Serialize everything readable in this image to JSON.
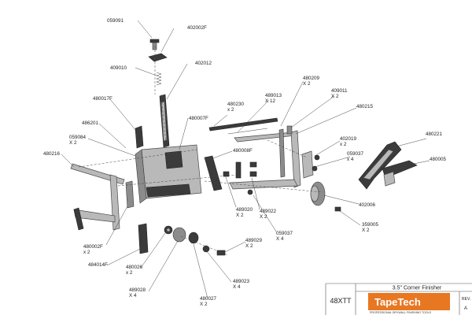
{
  "parts": [
    {
      "id": "p1",
      "lines": [
        "059091"
      ]
    },
    {
      "id": "p2",
      "lines": [
        "402002F"
      ]
    },
    {
      "id": "p3",
      "lines": [
        "409010"
      ]
    },
    {
      "id": "p4",
      "lines": [
        "402012"
      ]
    },
    {
      "id": "p5",
      "lines": [
        "480017F"
      ]
    },
    {
      "id": "p6",
      "lines": [
        "480230",
        "x 2"
      ]
    },
    {
      "id": "p7",
      "lines": [
        "489013",
        "X 12"
      ]
    },
    {
      "id": "p8",
      "lines": [
        "480209",
        "X 2"
      ]
    },
    {
      "id": "p9",
      "lines": [
        "409011",
        "X 2"
      ]
    },
    {
      "id": "p10",
      "lines": [
        "480215"
      ]
    },
    {
      "id": "p11",
      "lines": [
        "486201"
      ]
    },
    {
      "id": "p12",
      "lines": [
        "480007F"
      ]
    },
    {
      "id": "p13",
      "lines": [
        "059084",
        "X 2"
      ]
    },
    {
      "id": "p14",
      "lines": [
        "480008F"
      ]
    },
    {
      "id": "p15",
      "lines": [
        "480216"
      ]
    },
    {
      "id": "p16",
      "lines": [
        "402019",
        "x 2"
      ]
    },
    {
      "id": "p17",
      "lines": [
        "480221"
      ]
    },
    {
      "id": "p18",
      "lines": [
        "059037",
        "x 4"
      ]
    },
    {
      "id": "p19",
      "lines": [
        "480005"
      ]
    },
    {
      "id": "p20",
      "lines": [
        "489020",
        "X 2"
      ]
    },
    {
      "id": "p21",
      "lines": [
        "489022",
        "X 2"
      ]
    },
    {
      "id": "p22",
      "lines": [
        "402006"
      ]
    },
    {
      "id": "p23",
      "lines": [
        "359005",
        "X 2"
      ]
    },
    {
      "id": "p24",
      "lines": [
        "059037",
        "X 4"
      ]
    },
    {
      "id": "p25",
      "lines": [
        "480002F",
        "x 2"
      ]
    },
    {
      "id": "p26",
      "lines": [
        "489029",
        "X 2"
      ]
    },
    {
      "id": "p27",
      "lines": [
        "484014F"
      ]
    },
    {
      "id": "p28",
      "lines": [
        "480026",
        "x 2"
      ]
    },
    {
      "id": "p29",
      "lines": [
        "489028",
        "X 4"
      ]
    },
    {
      "id": "p30",
      "lines": [
        "489023",
        "X 4"
      ]
    },
    {
      "id": "p31",
      "lines": [
        "480027",
        "X 2"
      ]
    }
  ],
  "title_block": {
    "description": "3.5\" Corner Finisher",
    "model": "48XTT",
    "brand": "TapeTech",
    "brand_tagline": "PROFESSIONAL DRYWALL FINISHING TOOLS",
    "rev_label": "REV.",
    "rev_value": "A"
  },
  "colors": {
    "logo_background": "#e87722",
    "line": "#333333",
    "part_fill": "#b9b9b9"
  }
}
